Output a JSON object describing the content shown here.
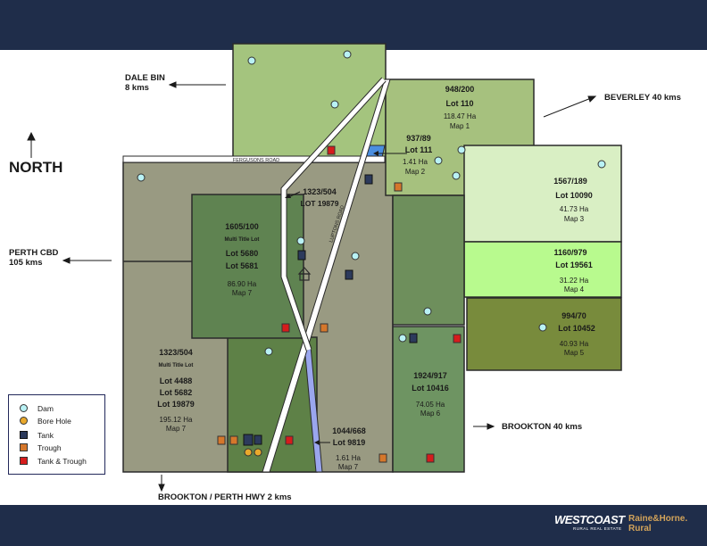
{
  "map": {
    "north_label": "NORTH",
    "roads": {
      "fergusons": "FERGUSONS ROAD",
      "luptons": "LUPTONS ROAD"
    },
    "destinations": {
      "dale_bin": [
        "DALE BIN",
        "8 kms"
      ],
      "beverley": "BEVERLEY 40 kms",
      "perth_cbd": [
        "PERTH CBD",
        "105 kms"
      ],
      "brookton_east": "BROOKTON 40 kms",
      "brookton_perth_hwy": "BROOKTON / PERTH HWY 2 kms"
    },
    "lots": {
      "lot110": [
        "948/200",
        "Lot 110",
        "118.47 Ha",
        "Map 1"
      ],
      "lot111": [
        "937/89",
        "Lot 111",
        "1.41 Ha",
        "Map 2"
      ],
      "lot19879_top": [
        "1323/504",
        "LOT 19879"
      ],
      "lot10090": [
        "1567/189",
        "Lot 10090",
        "41.73 Ha",
        "Map 3"
      ],
      "lot19561": [
        "1160/979",
        "Lot 19561",
        "31.22 Ha",
        "Map 4"
      ],
      "lot10452": [
        "994/70",
        "Lot 10452",
        "40.93 Ha",
        "Map 5"
      ],
      "lot5680": [
        "1605/100",
        "Multi Title Lot",
        "Lot 5680",
        "Lot 5681",
        "86.90 Ha",
        "Map 7"
      ],
      "lot4488": [
        "1323/504",
        "Multi Title Lot",
        "Lot 4488",
        "Lot 5682",
        "Lot 19879",
        "195.12 Ha",
        "Map 7"
      ],
      "lot10416": [
        "1924/917",
        "Lot 10416",
        "74.05 Ha",
        "Map 6"
      ],
      "lot9819": [
        "1044/668",
        "Lot 9819",
        "1.61 Ha",
        "Map 7"
      ]
    },
    "legend": [
      {
        "label": "Dam",
        "icon": "dam"
      },
      {
        "label": "Bore Hole",
        "icon": "bore-hole"
      },
      {
        "label": "Tank",
        "icon": "tank"
      },
      {
        "label": "Trough",
        "icon": "trough"
      },
      {
        "label": "Tank & Trough",
        "icon": "tank-trough"
      }
    ],
    "colors": {
      "header": "#1f2d4a",
      "dam": "#b9f2f5",
      "bore": "#e9a92c",
      "tank": "#2c3a5c",
      "trough": "#d5772b",
      "tank_trough": "#d61c1c"
    }
  },
  "footer": {
    "logo_westcoast": "WESTCOAST",
    "logo_westcoast_sub": "RURAL REAL ESTATE",
    "logo_raine": [
      "Raine&Horne.",
      "Rural"
    ]
  }
}
